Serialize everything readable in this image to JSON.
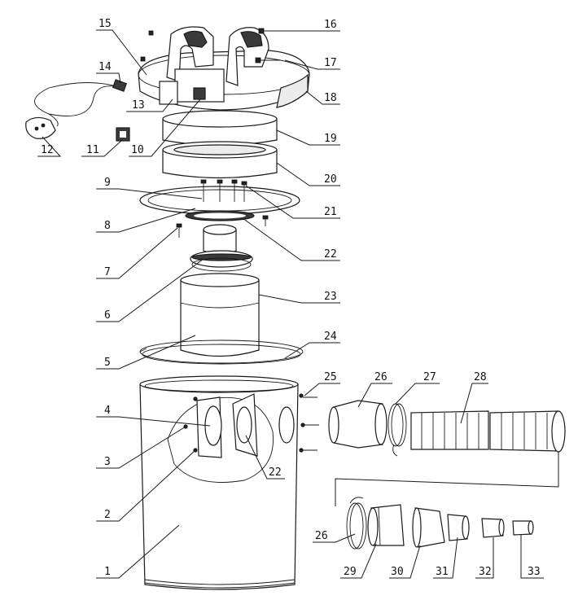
{
  "diagram": {
    "callouts": [
      {
        "id": "1",
        "label": "1"
      },
      {
        "id": "2",
        "label": "2"
      },
      {
        "id": "3",
        "label": "3"
      },
      {
        "id": "4",
        "label": "4"
      },
      {
        "id": "5",
        "label": "5"
      },
      {
        "id": "6",
        "label": "6"
      },
      {
        "id": "7",
        "label": "7"
      },
      {
        "id": "8",
        "label": "8"
      },
      {
        "id": "9",
        "label": "9"
      },
      {
        "id": "10",
        "label": "10"
      },
      {
        "id": "11",
        "label": "11"
      },
      {
        "id": "12",
        "label": "12"
      },
      {
        "id": "13",
        "label": "13"
      },
      {
        "id": "14",
        "label": "14"
      },
      {
        "id": "15",
        "label": "15"
      },
      {
        "id": "16",
        "label": "16"
      },
      {
        "id": "17",
        "label": "17"
      },
      {
        "id": "18",
        "label": "18"
      },
      {
        "id": "19",
        "label": "19"
      },
      {
        "id": "20",
        "label": "20"
      },
      {
        "id": "21",
        "label": "21"
      },
      {
        "id": "22a",
        "label": "22"
      },
      {
        "id": "22b",
        "label": "22"
      },
      {
        "id": "23",
        "label": "23"
      },
      {
        "id": "24",
        "label": "24"
      },
      {
        "id": "25",
        "label": "25"
      },
      {
        "id": "26a",
        "label": "26"
      },
      {
        "id": "26b",
        "label": "26"
      },
      {
        "id": "27",
        "label": "27"
      },
      {
        "id": "28",
        "label": "28"
      },
      {
        "id": "29",
        "label": "29"
      },
      {
        "id": "30",
        "label": "30"
      },
      {
        "id": "31",
        "label": "31"
      },
      {
        "id": "32",
        "label": "32"
      },
      {
        "id": "33",
        "label": "33"
      }
    ]
  }
}
